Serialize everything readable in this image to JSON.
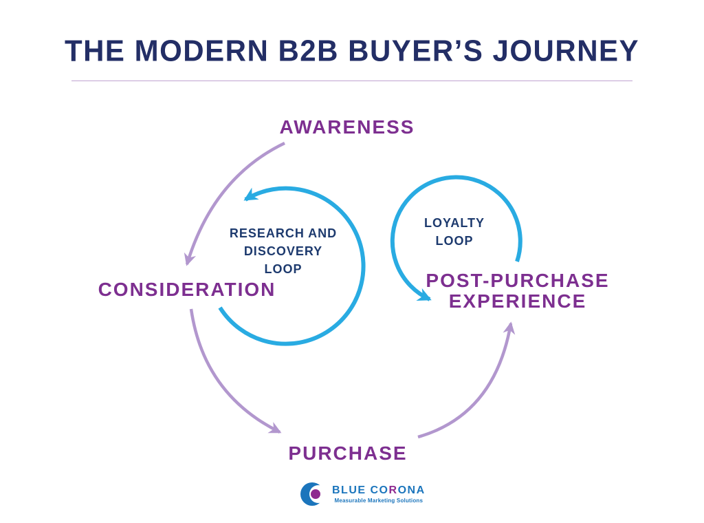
{
  "title": "THE MODERN B2B BUYER’S JOURNEY",
  "stages": {
    "awareness": "AWARENESS",
    "consideration": "CONSIDERATION",
    "purchase": "PURCHASE",
    "post_purchase_line1": "POST-PURCHASE",
    "post_purchase_line2": "EXPERIENCE"
  },
  "loops": {
    "research": {
      "line1": "RESEARCH AND",
      "line2": "DISCOVERY",
      "line3": "LOOP"
    },
    "loyalty": {
      "line1": "LOYALTY",
      "line2": "LOOP"
    }
  },
  "logo": {
    "name_part1": "BLUE CO",
    "name_highlight": "R",
    "name_part2": "ONA",
    "tagline": "Measurable Marketing Solutions"
  },
  "colors": {
    "navy": "#232e66",
    "loop_navy": "#1d3a6e",
    "purple": "#7d2f90",
    "light_purple": "#b297ce",
    "cyan": "#29abe2",
    "rule": "#bfa3d1",
    "logo_blue": "#1b75bc",
    "logo_purple": "#8e2a8f"
  }
}
